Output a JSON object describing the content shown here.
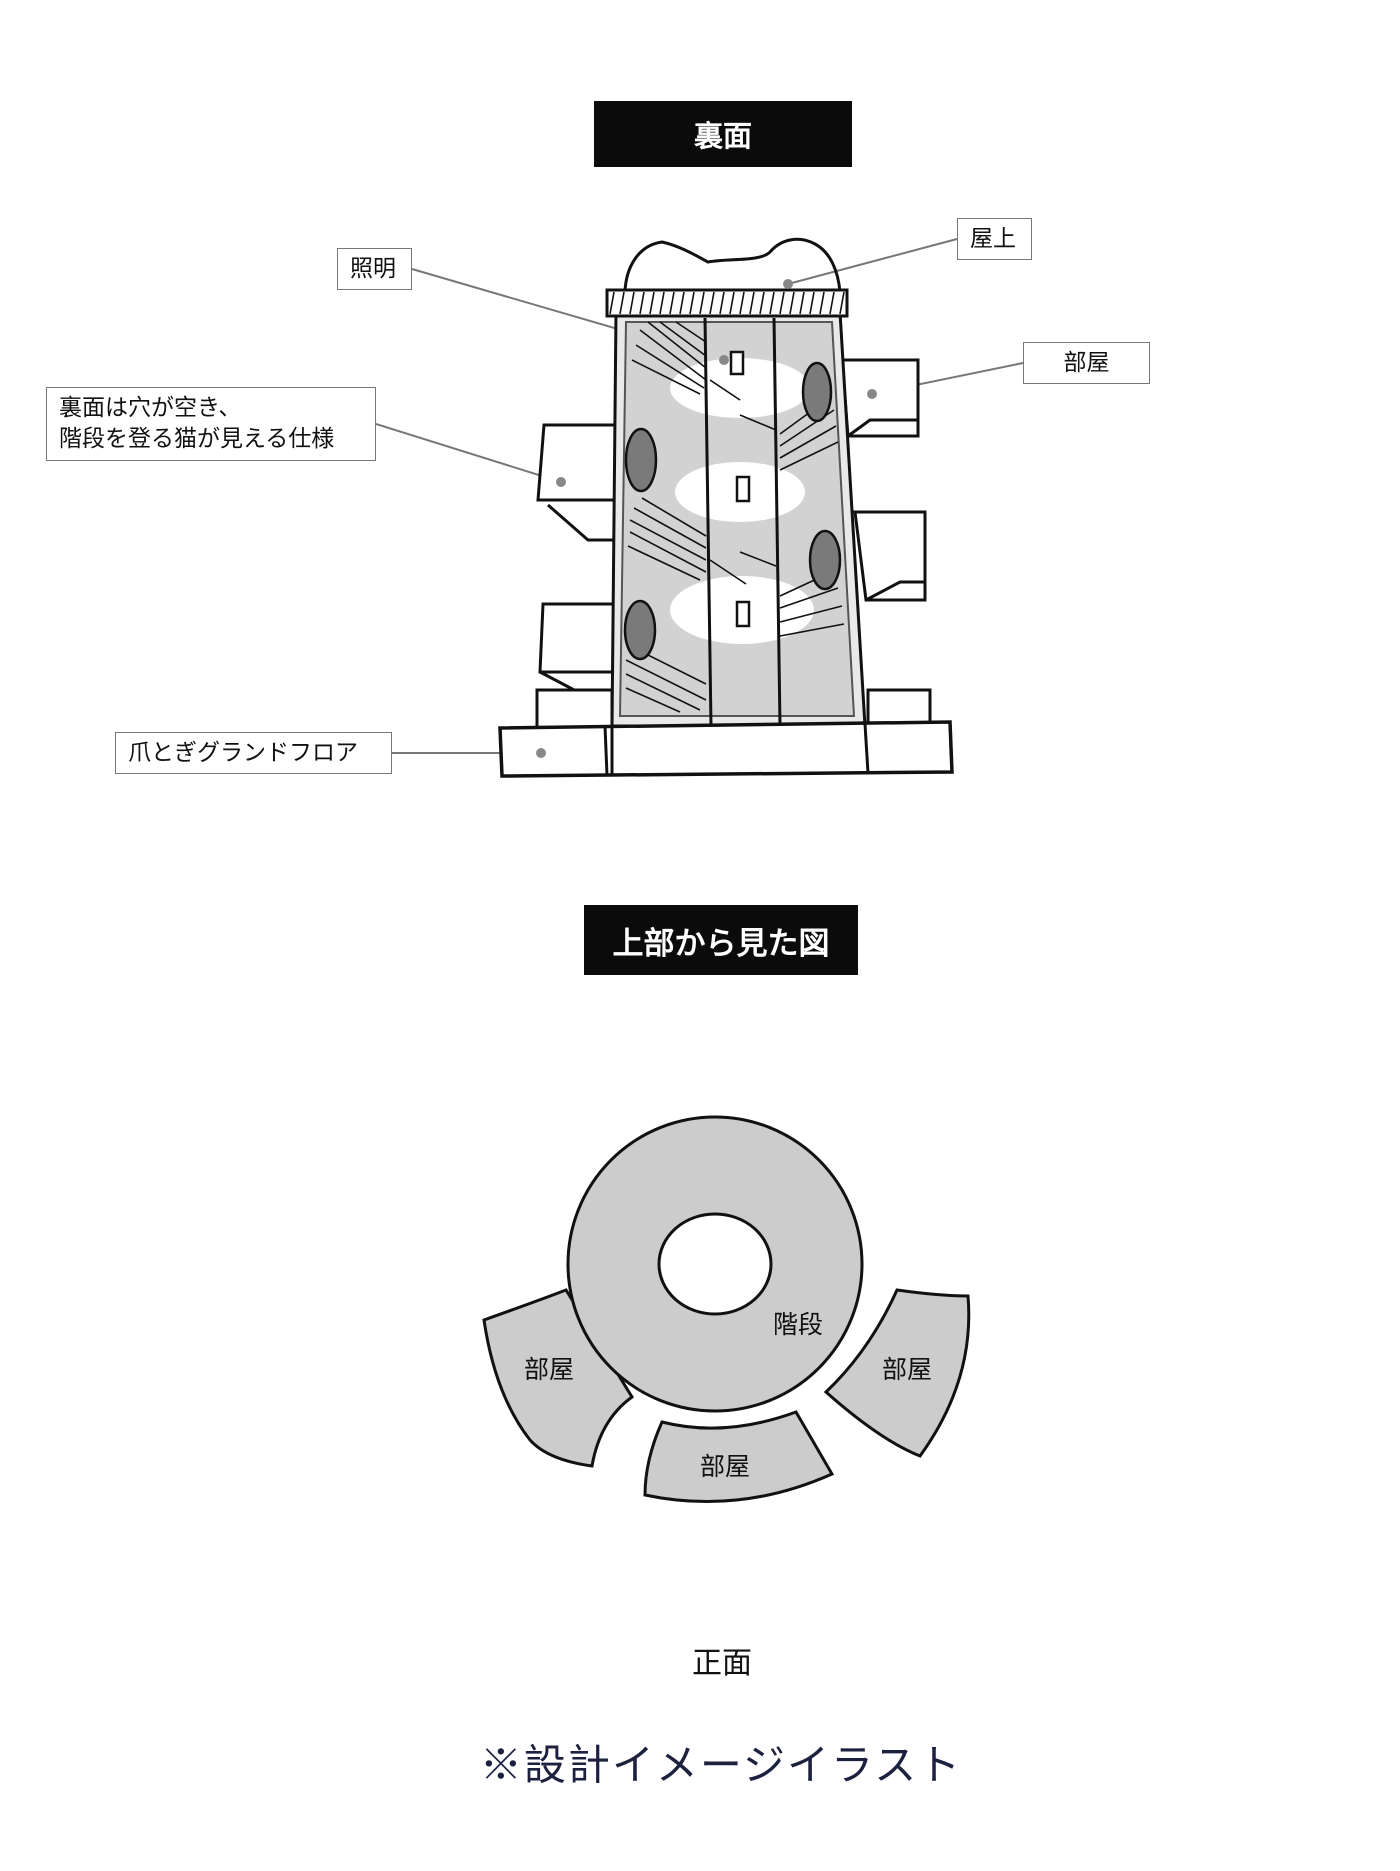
{
  "back_section": {
    "title": "裏面",
    "callouts": {
      "lighting": "照明",
      "rooftop": "屋上",
      "room": "部屋",
      "holes_line1": "裏面は穴が空き、",
      "holes_line2": "階段を登る猫が見える仕様",
      "scratch_floor": "爪とぎグランドフロア"
    }
  },
  "top_section": {
    "title": "上部から見た図",
    "labels": {
      "stairs": "階段",
      "room_left": "部屋",
      "room_center": "部屋",
      "room_right": "部屋"
    },
    "front": "正面"
  },
  "footer_note": "※設計イメージイラスト",
  "colors": {
    "title_bg": "#0b0b0b",
    "title_text": "#ffffff",
    "fill_gray": "#cccccc",
    "hole_gray": "#7a7a7a",
    "footer_text": "#1c2140"
  }
}
